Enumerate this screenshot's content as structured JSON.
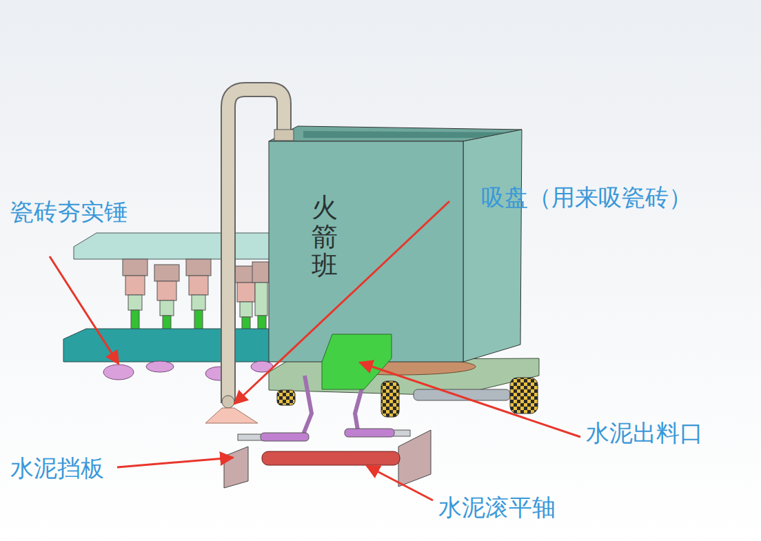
{
  "diagram": {
    "nodes": [
      {
        "text": [
          "火箭班"
        ]
      }
    ],
    "labels": [
      "瓷砖夯实锤",
      "吸盘（用来吸瓷砖）",
      "水泥出料口",
      "水泥挡板",
      "水泥滚平轴"
    ]
  }
}
